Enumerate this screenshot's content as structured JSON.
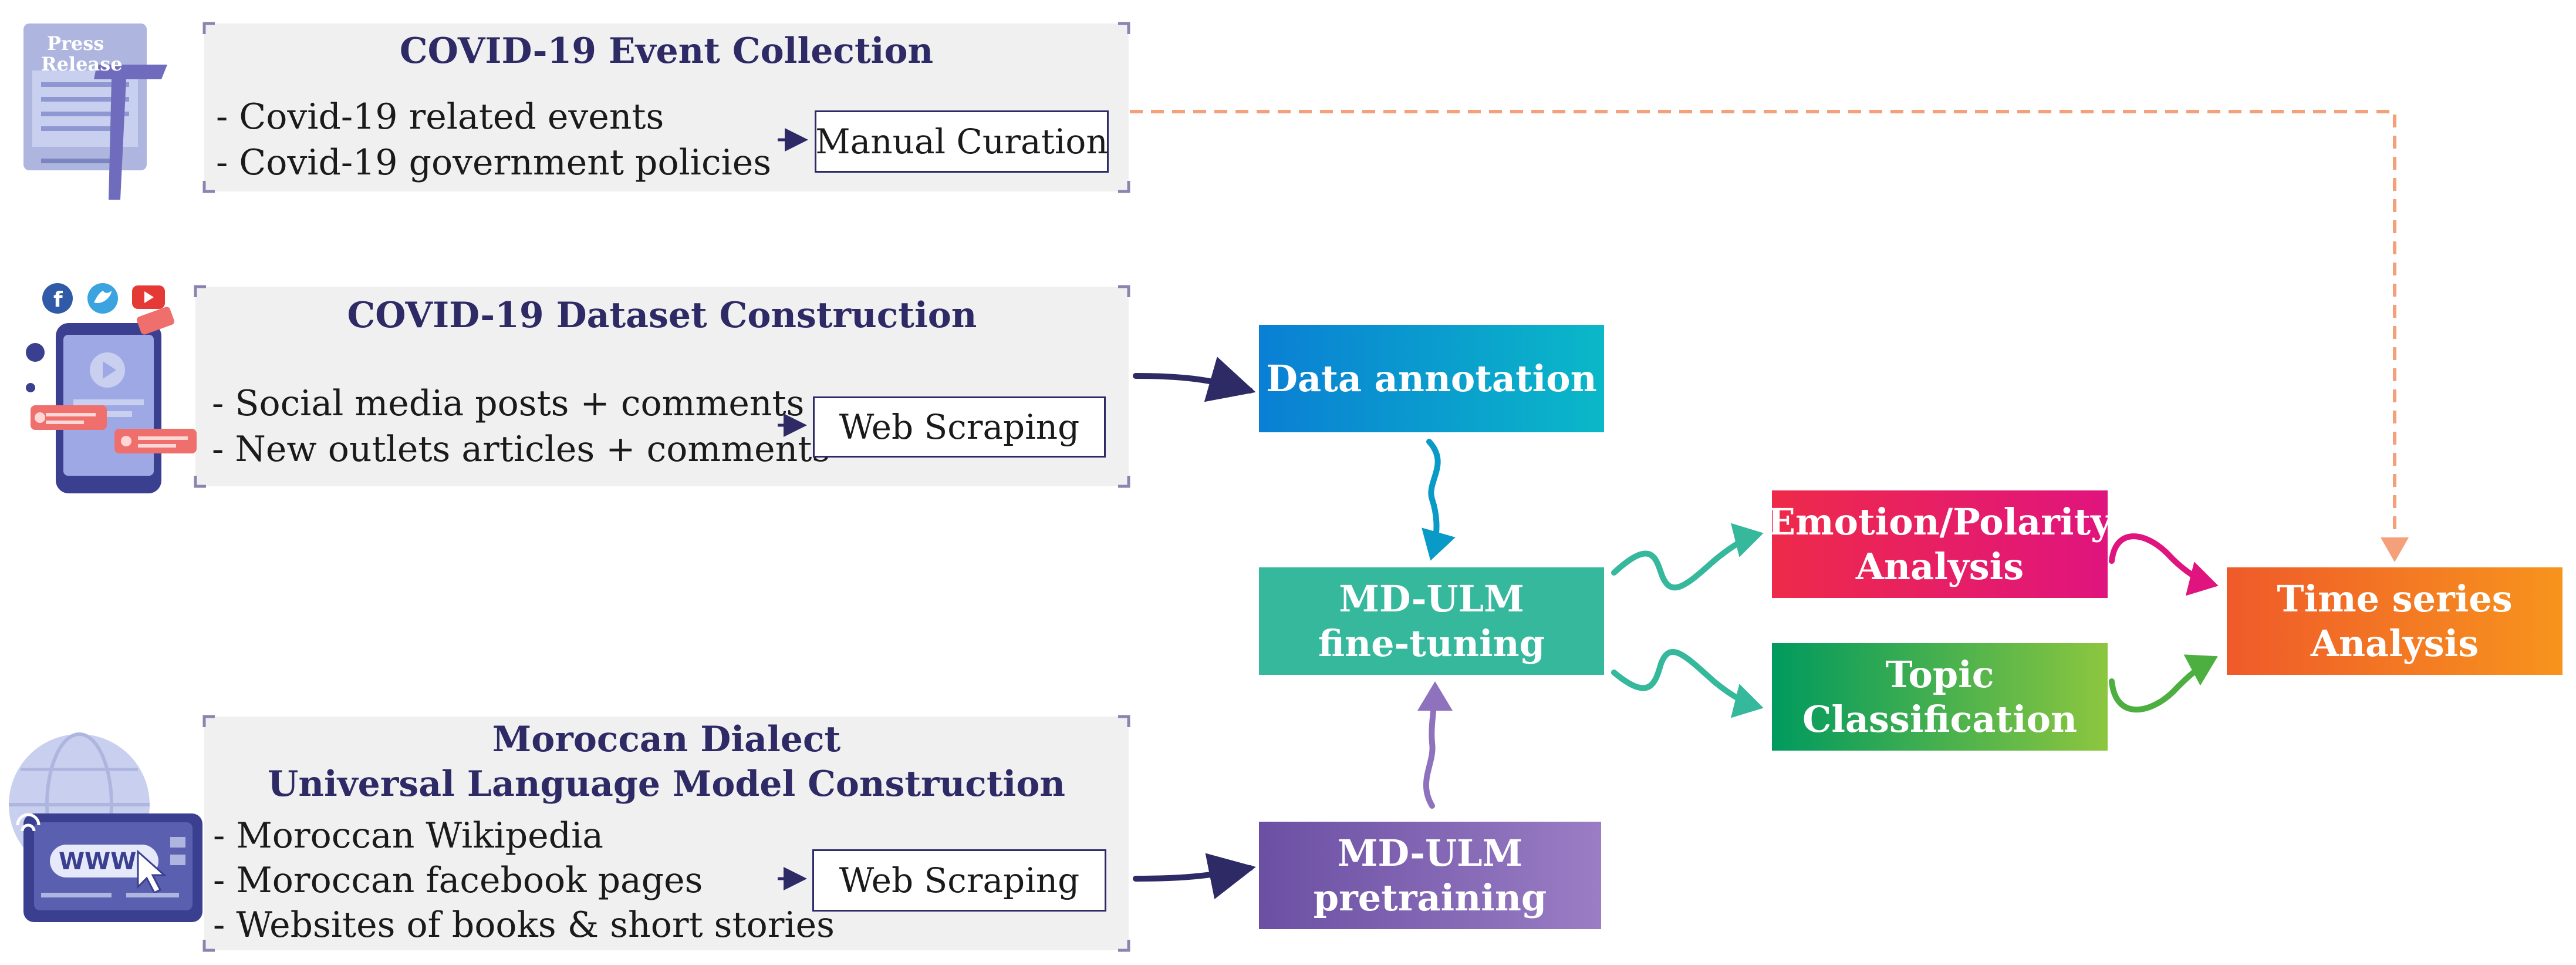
{
  "panels": {
    "event": {
      "title": "COVID-19 Event Collection",
      "bullets": [
        "- Covid-19 related events",
        "- Covid-19 government policies"
      ],
      "box": "Manual Curation",
      "icon_text": [
        "Press",
        "Release"
      ]
    },
    "dataset": {
      "title": "COVID-19 Dataset Construction",
      "bullets": [
        "- Social media posts + comments",
        "- New outlets articles + comments"
      ],
      "box": "Web Scraping"
    },
    "ulm": {
      "title_lines": [
        "Moroccan Dialect",
        "Universal Language Model Construction"
      ],
      "bullets": [
        "- Moroccan Wikipedia",
        "- Moroccan facebook pages",
        "- Websites of books & short stories"
      ],
      "box": "Web Scraping",
      "icon_text": "WWW"
    }
  },
  "nodes": {
    "annotation": {
      "label": "Data annotation",
      "colors": [
        "#0a7fd4",
        "#0ab8c8"
      ]
    },
    "finetune": {
      "lines": [
        "MD-ULM",
        "fine-tuning"
      ],
      "color": "#35b89b"
    },
    "pretrain": {
      "lines": [
        "MD-ULM",
        "pretraining"
      ],
      "colors": [
        "#6b4fa3",
        "#9a7dc4"
      ]
    },
    "emotion": {
      "lines": [
        "Emotion/Polarity",
        "Analysis"
      ],
      "colors": [
        "#ee2a4a",
        "#e0147e"
      ]
    },
    "topic": {
      "lines": [
        "Topic",
        "Classification"
      ],
      "colors": [
        "#009a5e",
        "#8cc63f"
      ]
    },
    "timeseries": {
      "lines": [
        "Time series",
        "Analysis"
      ],
      "colors": [
        "#ef5a2a",
        "#f7941d"
      ]
    }
  },
  "colors": {
    "title_navy": "#2d2a66",
    "dashed_arrow": "#f4a07a",
    "dark_arrow": "#2d2a66"
  }
}
